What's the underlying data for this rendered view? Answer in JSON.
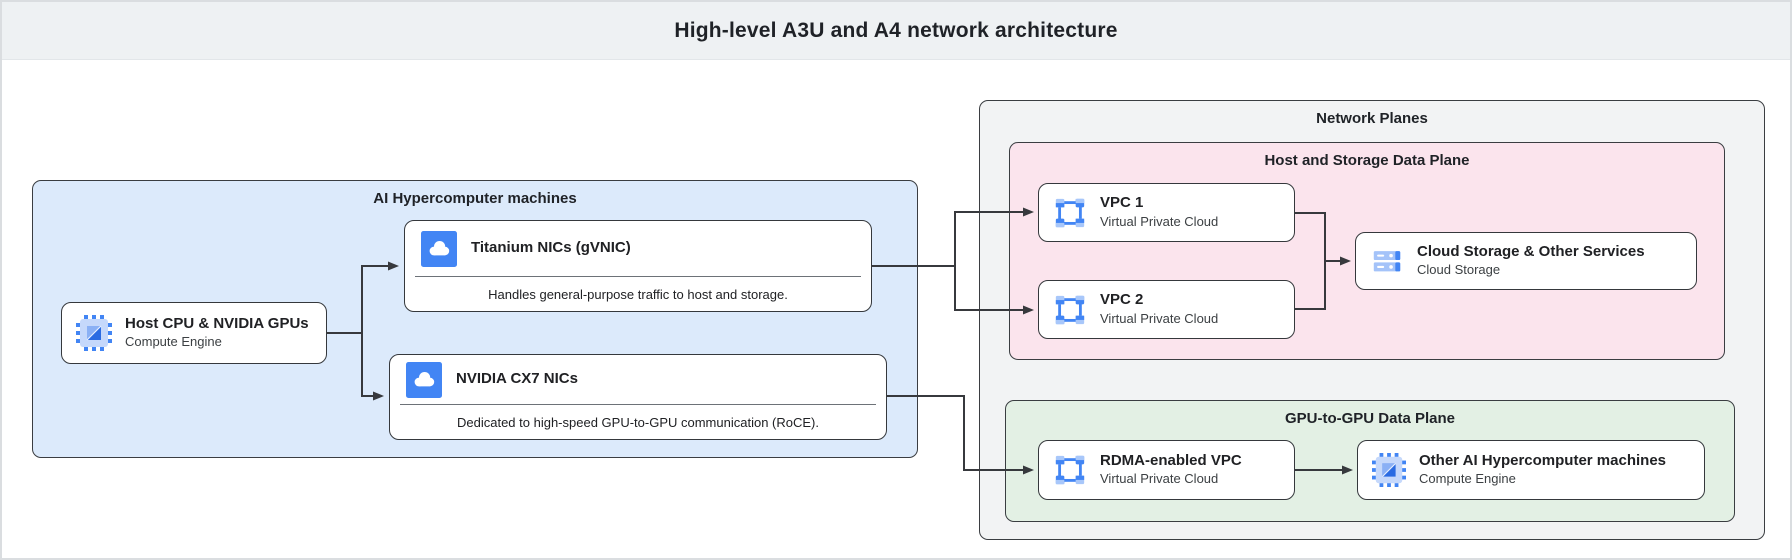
{
  "header": {
    "title": "High-level A3U and A4 network architecture"
  },
  "groups": {
    "ai_machines": {
      "title": "AI Hypercomputer machines"
    },
    "network_planes": {
      "title": "Network Planes"
    },
    "host_storage_plane": {
      "title": "Host and Storage Data Plane"
    },
    "gpu_plane": {
      "title": "GPU-to-GPU Data Plane"
    }
  },
  "nodes": {
    "host_cpu": {
      "title": "Host CPU & NVIDIA GPUs",
      "subtitle": "Compute Engine",
      "icon": "compute-engine-icon"
    },
    "titanium": {
      "title": "Titanium NICs (gVNIC)",
      "description": "Handles general-purpose traffic to host and storage.",
      "icon": "cloud-icon"
    },
    "cx7": {
      "title": "NVIDIA CX7 NICs",
      "description": "Dedicated to high-speed GPU-to-GPU communication (RoCE).",
      "icon": "cloud-icon"
    },
    "vpc1": {
      "title": "VPC 1",
      "subtitle": "Virtual Private Cloud",
      "icon": "vpc-icon"
    },
    "vpc2": {
      "title": "VPC 2",
      "subtitle": "Virtual Private Cloud",
      "icon": "vpc-icon"
    },
    "storage": {
      "title": "Cloud Storage & Other Services",
      "subtitle": "Cloud Storage",
      "icon": "cloud-storage-icon"
    },
    "rdma": {
      "title": "RDMA-enabled VPC",
      "subtitle": "Virtual Private Cloud",
      "icon": "vpc-icon"
    },
    "other_ai": {
      "title": "Other AI Hypercomputer machines",
      "subtitle": "Compute Engine",
      "icon": "compute-engine-icon"
    }
  },
  "colors": {
    "header_bg": "#eef1f3",
    "machines_zone": "#dceafb",
    "network_planes_zone": "#f2f3f4",
    "host_storage_zone": "#fbe4ed",
    "gpu_zone": "#e3f0e4",
    "line": "#37393d",
    "icon_blue": "#4285f4",
    "icon_blue_light": "#a8c7fa",
    "icon_blue_dark": "#1967d2"
  }
}
